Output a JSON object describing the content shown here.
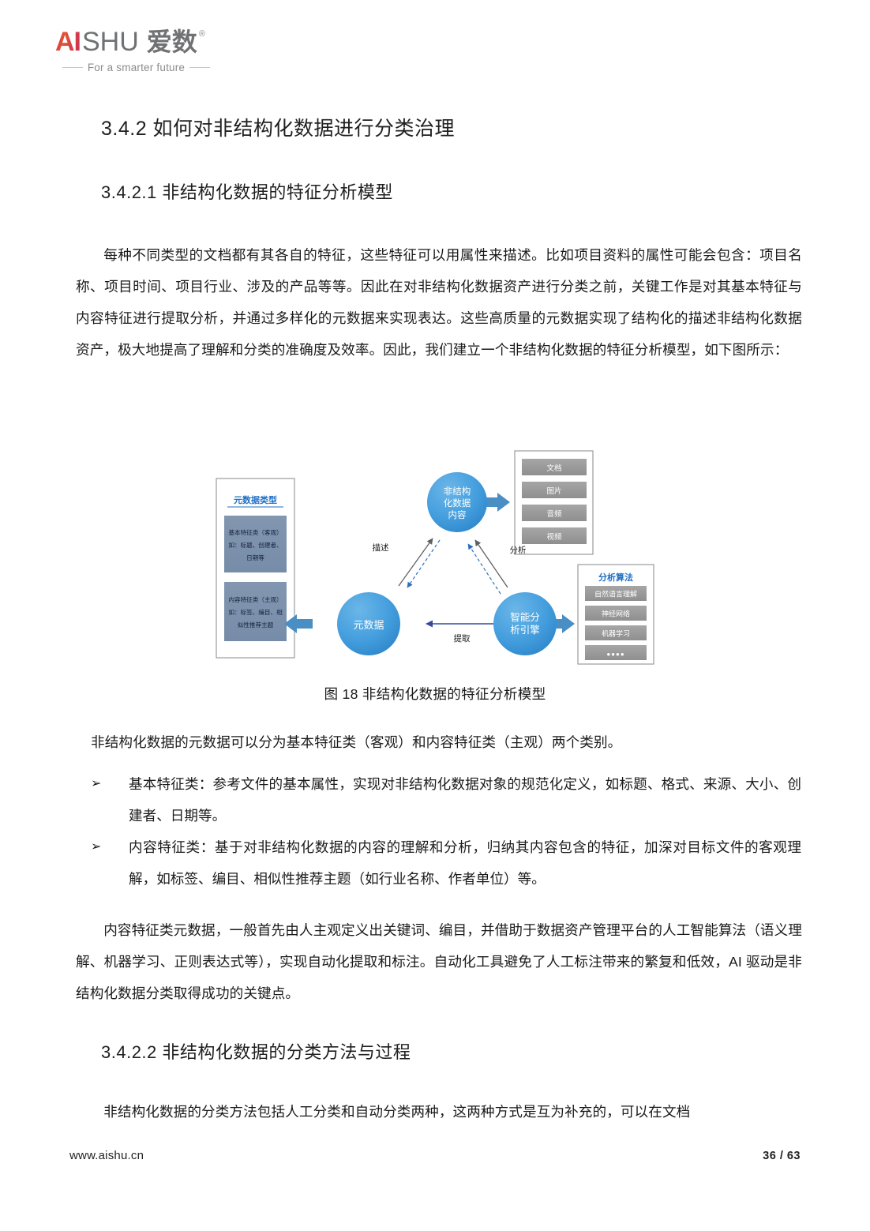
{
  "header": {
    "logo_ai": "AI",
    "logo_shu": "SHU",
    "logo_cn": "爱数",
    "logo_registered": "®",
    "tagline": "For a smarter future"
  },
  "section": {
    "title": "3.4.2 如何对非结构化数据进行分类治理",
    "sub_title_1": "3.4.2.1 非结构化数据的特征分析模型",
    "sub_title_2": "3.4.2.2 非结构化数据的分类方法与过程"
  },
  "paragraphs": {
    "p1": "每种不同类型的文档都有其各自的特征，这些特征可以用属性来描述。比如项目资料的属性可能会包含：项目名称、项目时间、项目行业、涉及的产品等等。因此在对非结构化数据资产进行分类之前，关键工作是对其基本特征与内容特征进行提取分析，并通过多样化的元数据来实现表达。这些高质量的元数据实现了结构化的描述非结构化数据资产，极大地提高了理解和分类的准确度及效率。因此，我们建立一个非结构化数据的特征分析模型，如下图所示：",
    "p2": "非结构化数据的元数据可以分为基本特征类（客观）和内容特征类（主观）两个类别。",
    "p3": "内容特征类元数据，一般首先由人主观定义出关键词、编目，并借助于数据资产管理平台的人工智能算法（语义理解、机器学习、正则表达式等），实现自动化提取和标注。自动化工具避免了人工标注带来的繁复和低效，AI 驱动是非结构化数据分类取得成功的关键点。",
    "p4": "非结构化数据的分类方法包括人工分类和自动分类两种，这两种方式是互为补充的，可以在文档"
  },
  "bullets": [
    {
      "marker": "➢",
      "text": "基本特征类：参考文件的基本属性，实现对非结构化数据对象的规范化定义，如标题、格式、来源、大小、创建者、日期等。"
    },
    {
      "marker": "➢",
      "text": "内容特征类：基于对非结构化数据的内容的理解和分析，归纳其内容包含的特征，加深对目标文件的客观理解，如标签、编目、相似性推荐主题（如行业名称、作者单位）等。"
    }
  ],
  "figure": {
    "caption": "图 18 非结构化数据的特征分析模型",
    "metadata_panel": {
      "title": "元数据类型",
      "boxes": [
        "基本特征类（客观）\n如：标题、创建者、\n日期等",
        "内容特征类（主观）\n如：标签、编目、相\n似性推荐主题"
      ]
    },
    "content_types_panel": {
      "items": [
        "文档",
        "图片",
        "音频",
        "视频"
      ]
    },
    "algorithms_panel": {
      "title": "分析算法",
      "items": [
        "自然语言理解",
        "神经网络",
        "机器学习",
        "●●●●"
      ]
    },
    "nodes": {
      "content": "非结构\n化数据\n内容",
      "metadata": "元数据",
      "engine": "智能分\n析引擎"
    },
    "edge_labels": {
      "describe": "描述",
      "analyze": "分析",
      "extract": "提取"
    },
    "colors": {
      "circle_blue": "#3d96d6",
      "panel_slate": "#7e93ae",
      "gray_box": "#9a9a9a",
      "accent_blue": "#1f6fc4",
      "arrow_blue": "#4a8fc4"
    }
  },
  "footer": {
    "url": "www.aishu.cn",
    "page": "36 / 63"
  }
}
